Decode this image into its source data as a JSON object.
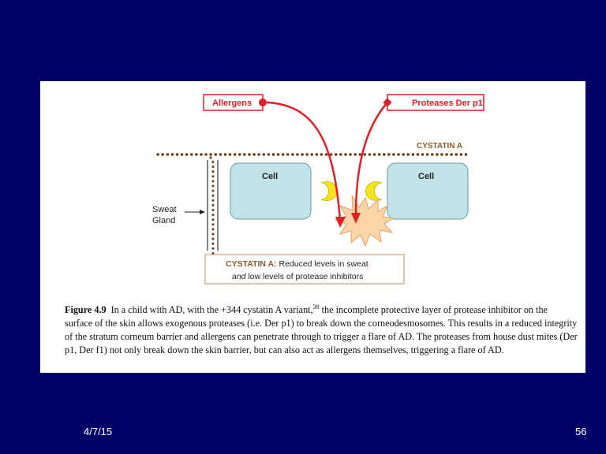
{
  "figure": {
    "allergens_label": "Allergens",
    "proteases_label": "Proteases Der p1",
    "cystatin_layer_label": "CYSTATIN A",
    "cell_left_label": "Cell",
    "cell_right_label": "Cell",
    "sweat_gland_line1": "Sweat",
    "sweat_gland_line2": "Gland",
    "cystatin_box_bold": "CYSTATIN A:",
    "cystatin_box_line1_rest": " Reduced levels in sweat",
    "cystatin_box_line2_italic": "and",
    "cystatin_box_line2_rest": " low levels of protease inhibitors",
    "colors": {
      "allergen_red": "#e01f26",
      "cystatin_brown": "#8a5a2b",
      "cell_fill": "#bfe3e6",
      "cell_stroke": "#6a9aa0",
      "inhibitor_yellow": "#f5e41c",
      "flare_fill": "#fbd4a8",
      "flare_stroke": "#e8a060",
      "box_border": "#c8a07a"
    }
  },
  "caption": {
    "fig_label": "Figure 4.9",
    "text_part1": "In a child with AD, with the +344 cystatin A variant,",
    "ref": "38",
    "text_part2": " the incomplete protective layer of protease inhibitor on the surface of the skin allows exogenous proteases (i.e. Der p1) to break down the corneodesmosomes. This results in a reduced integrity of the stratum corneum barrier and allergens can penetrate through to trigger a flare of AD. The proteases from house dust mites (Der p1, Der f1) not only break down the skin barrier, but can also act as allergens themselves, triggering a flare of AD."
  },
  "footer": {
    "date": "4/7/15",
    "page_number": "56"
  },
  "slide": {
    "background": "#000066",
    "panel_background": "#ffffff"
  }
}
